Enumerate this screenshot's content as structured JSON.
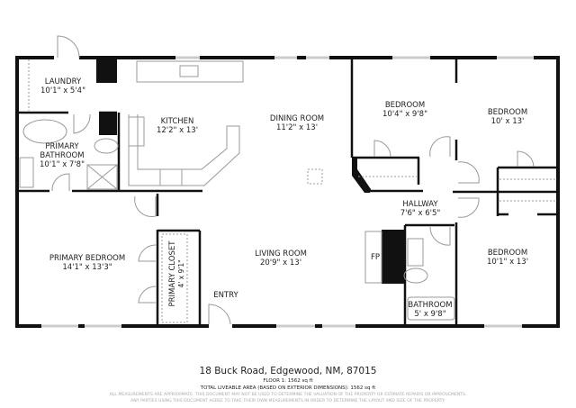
{
  "rooms": {
    "laundry": {
      "name": "LAUNDRY",
      "dims": "10'1\" x 5'4\""
    },
    "primary_bathroom": {
      "name1": "PRIMARY",
      "name2": "BATHROOM",
      "dims": "10'1\" x 7'8\""
    },
    "kitchen": {
      "name": "KITCHEN",
      "dims": "12'2\" x 13'"
    },
    "dining_room": {
      "name": "DINING ROOM",
      "dims": "11'2\" x 13'"
    },
    "bedroom_1": {
      "name": "BEDROOM",
      "dims": "10'4\" x 9'8\""
    },
    "bedroom_2": {
      "name": "BEDROOM",
      "dims": "10' x 13'"
    },
    "hallway": {
      "name": "HALLWAY",
      "dims": "7'6\" x 6'5\""
    },
    "primary_bedroom": {
      "name": "PRIMARY BEDROOM",
      "dims": "14'1\" x 13'3\""
    },
    "primary_closet": {
      "name": "PRIMARY CLOSET",
      "dims": "4' x 9'1\""
    },
    "living_room": {
      "name": "LIVING ROOM",
      "dims": "20'9\" x 13'"
    },
    "entry": {
      "name": "ENTRY"
    },
    "fireplace": {
      "name": "FP"
    },
    "bathroom": {
      "name": "BATHROOM",
      "dims": "5' x 9'8\""
    },
    "bedroom_3": {
      "name": "BEDROOM",
      "dims": "10'1\" x 13'"
    }
  },
  "footer": {
    "address": "18 Buck Road, Edgewood, NM, 87015",
    "floor": "FLOOR 1: 1562 sq ft",
    "total": "TOTAL LIVEABLE AREA (BASED ON EXTERIOR DIMENSIONS): 1562 sq ft",
    "disclaimer1": "ALL MEASUREMENTS ARE APPROXIMATE. THIS DOCUMENT MAY NOT BE USED TO DETERMINE THE VALUATION OF THE PROPERTY OR ESTIMATE REPAIRS OR IMPROVEMENTS.",
    "disclaimer2": "ANY PARTIES USING THIS DOCUMENT AGREE TO TAKE THEIR OWN MEASUREMENTS IN ORDER TO DETERMINE THE LAYOUT AND SIZE OF THE PROPERTY."
  },
  "colors": {
    "wall": "#111111",
    "fixture": "#999999",
    "window": "#cccccc"
  }
}
